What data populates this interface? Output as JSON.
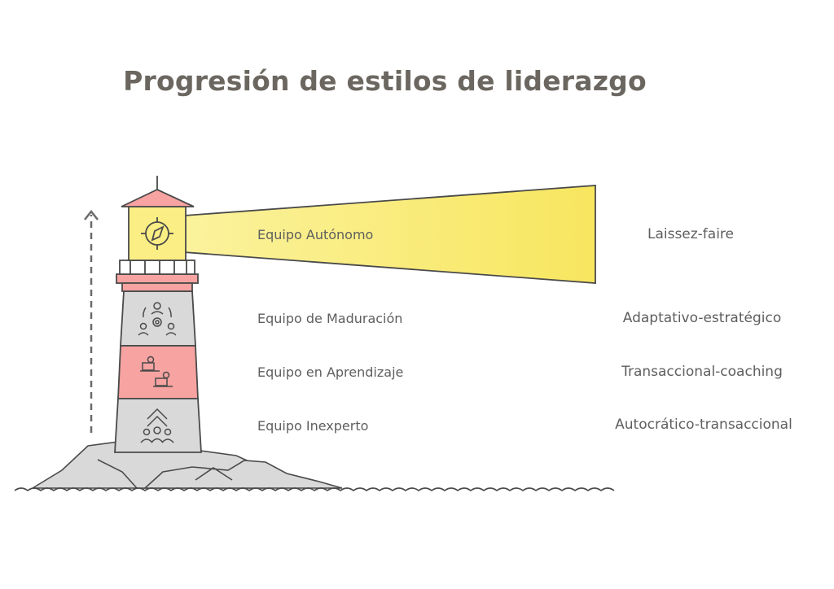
{
  "title": "Progresión de estilos de liderazgo",
  "levels": [
    {
      "label": "Equipo Autónomo",
      "style": "Laissez-faire",
      "icon": "compass-target-icon"
    },
    {
      "label": "Equipo de Maduración",
      "style": "Adaptativo-estratégico",
      "icon": "team-gear-icon"
    },
    {
      "label": "Equipo en Aprendizaje",
      "style": "Transaccional-coaching",
      "icon": "people-laptop-icon"
    },
    {
      "label": "Equipo Inexperto",
      "style": "Autocrático-transaccional",
      "icon": "team-growth-arrow-icon"
    }
  ],
  "colors": {
    "light_beam": "#faee84",
    "lantern": "#faee84",
    "red_band": "#f6a3a1",
    "gray_band": "#d9d9d9",
    "rocks": "#d9d9d9",
    "outline": "#4a4a4a",
    "text": "#5e5e5e",
    "title": "#6b6760"
  }
}
